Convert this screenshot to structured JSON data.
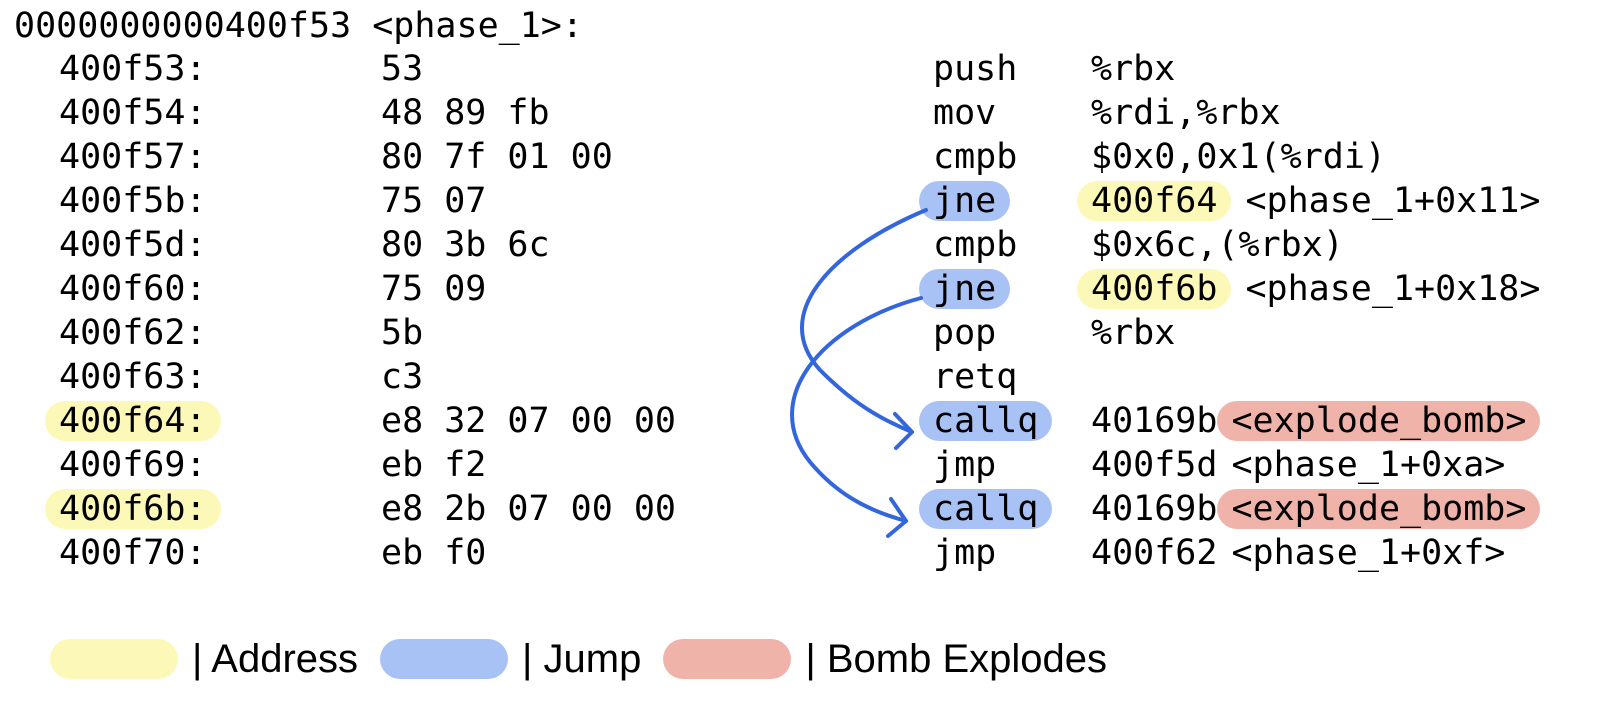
{
  "title": "0000000000400f53 <phase_1>:",
  "colors": {
    "address": "#fcf9b8",
    "jump": "#a9c2f5",
    "bomb": "#f0b3a9",
    "arrow": "#3366dd"
  },
  "rows": [
    {
      "addr": "400f53:",
      "bytes": "53",
      "mnem": "push",
      "op": "%rbx",
      "sym": ""
    },
    {
      "addr": "400f54:",
      "bytes": "48 89 fb",
      "mnem": "mov",
      "op": "%rdi,%rbx",
      "sym": ""
    },
    {
      "addr": "400f57:",
      "bytes": "80 7f 01 00",
      "mnem": "cmpb",
      "op": "$0x0,0x1(%rdi)",
      "sym": ""
    },
    {
      "addr": "400f5b:",
      "bytes": "75 07",
      "mnem": "jne",
      "op": "400f64",
      "sym": "<phase_1+0x11>"
    },
    {
      "addr": "400f5d:",
      "bytes": "80 3b 6c",
      "mnem": "cmpb",
      "op": "$0x6c,(%rbx)",
      "sym": ""
    },
    {
      "addr": "400f60:",
      "bytes": "75 09",
      "mnem": "jne",
      "op": "400f6b",
      "sym": "<phase_1+0x18>"
    },
    {
      "addr": "400f62:",
      "bytes": "5b",
      "mnem": "pop",
      "op": "%rbx",
      "sym": ""
    },
    {
      "addr": "400f63:",
      "bytes": "c3",
      "mnem": "retq",
      "op": "",
      "sym": ""
    },
    {
      "addr": "400f64:",
      "bytes": "e8 32 07 00 00",
      "mnem": "callq",
      "op": "40169b",
      "sym": "<explode_bomb>"
    },
    {
      "addr": "400f69:",
      "bytes": "eb f2",
      "mnem": "jmp",
      "op": "400f5d",
      "sym": "<phase_1+0xa>"
    },
    {
      "addr": "400f6b:",
      "bytes": "e8 2b 07 00 00",
      "mnem": "callq",
      "op": "40169b",
      "sym": "<explode_bomb>"
    },
    {
      "addr": "400f70:",
      "bytes": "eb f0",
      "mnem": "jmp",
      "op": "400f62",
      "sym": "<phase_1+0xf>"
    }
  ],
  "legend": {
    "address": "| Address",
    "jump": "| Jump",
    "bomb": "| Bomb Explodes"
  }
}
